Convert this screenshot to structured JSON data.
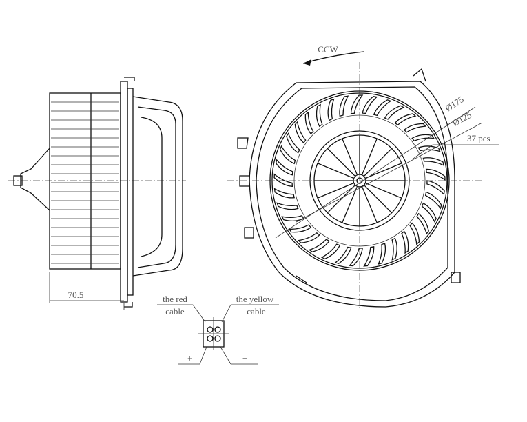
{
  "drawing": {
    "rotation_label": "CCW",
    "outer_diameter": "Ø175",
    "inner_diameter": "Ø125",
    "blade_count": "37 pcs",
    "depth_dimension": "70.5",
    "red_cable_line1": "the red",
    "red_cable_line2": "cable",
    "yellow_cable_line1": "the yellow",
    "yellow_cable_line2": "cable",
    "plus_label": "+",
    "minus_label": "−"
  }
}
